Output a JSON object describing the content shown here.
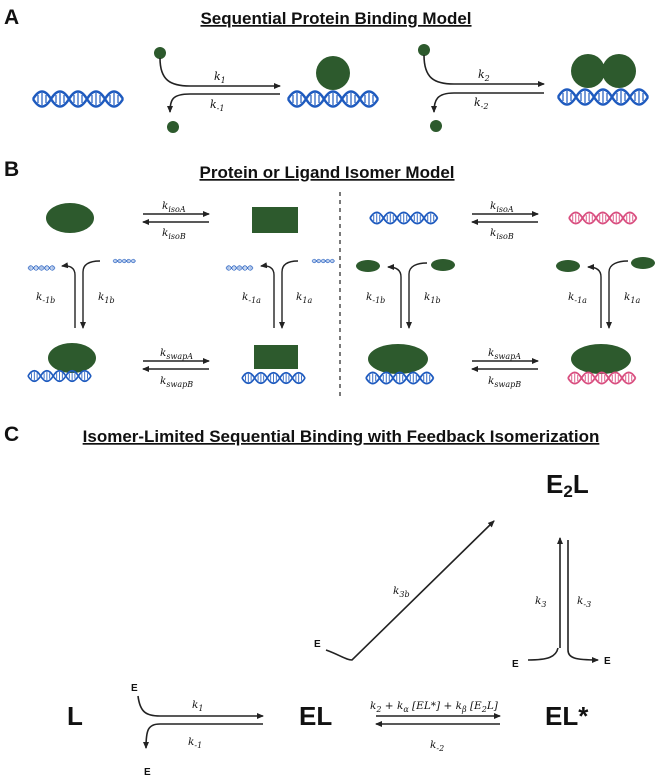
{
  "panels": {
    "a": {
      "letter": "A",
      "title": "Sequential Protein Binding Model",
      "k1": "k",
      "k1_sub": "1",
      "km1": "k",
      "km1_sub": "-1",
      "k2": "k",
      "k2_sub": "2",
      "km2": "k",
      "km2_sub": "-2"
    },
    "b": {
      "letter": "B",
      "title": "Protein or Ligand Isomer Model",
      "kisoA": "k",
      "kisoA_sub": "isoA",
      "kisoB": "k",
      "kisoB_sub": "isoB",
      "kswapA": "k",
      "kswapA_sub": "swapA",
      "kswapB": "k",
      "kswapB_sub": "swapB",
      "km1b": "k",
      "km1b_sub": "-1b",
      "k1b": "k",
      "k1b_sub": "1b",
      "km1a": "k",
      "km1a_sub": "-1a",
      "k1a": "k",
      "k1a_sub": "1a"
    },
    "c": {
      "letter": "C",
      "title": "Isomer-Limited Sequential Binding with Feedback Isomerization",
      "species": {
        "L": "L",
        "EL": "EL",
        "ELstar": "EL*",
        "E2L_a": "E",
        "E2L_sub": "2",
        "E2L_b": "L"
      },
      "e": "E",
      "k1": "k",
      "k1_sub": "1",
      "km1": "k",
      "km1_sub": "-1",
      "k3b": "k",
      "k3b_sub": "3b",
      "k3": "k",
      "k3_sub": "3",
      "km3": "k",
      "km3_sub": "-3",
      "km2": "k",
      "km2_sub": "-2",
      "k2expr": {
        "p1": "k",
        "p1s": "2",
        "p2": " + k",
        "p2s": "α",
        "p3": " [EL*] + k",
        "p3s": "β",
        "p4": " [E",
        "p4s": "2",
        "p5": "L]"
      }
    }
  },
  "colors": {
    "protein": "#2d5a2d",
    "dna": "#1f5bbf",
    "dna_alt": "#d94f80",
    "arrow": "#222222"
  }
}
